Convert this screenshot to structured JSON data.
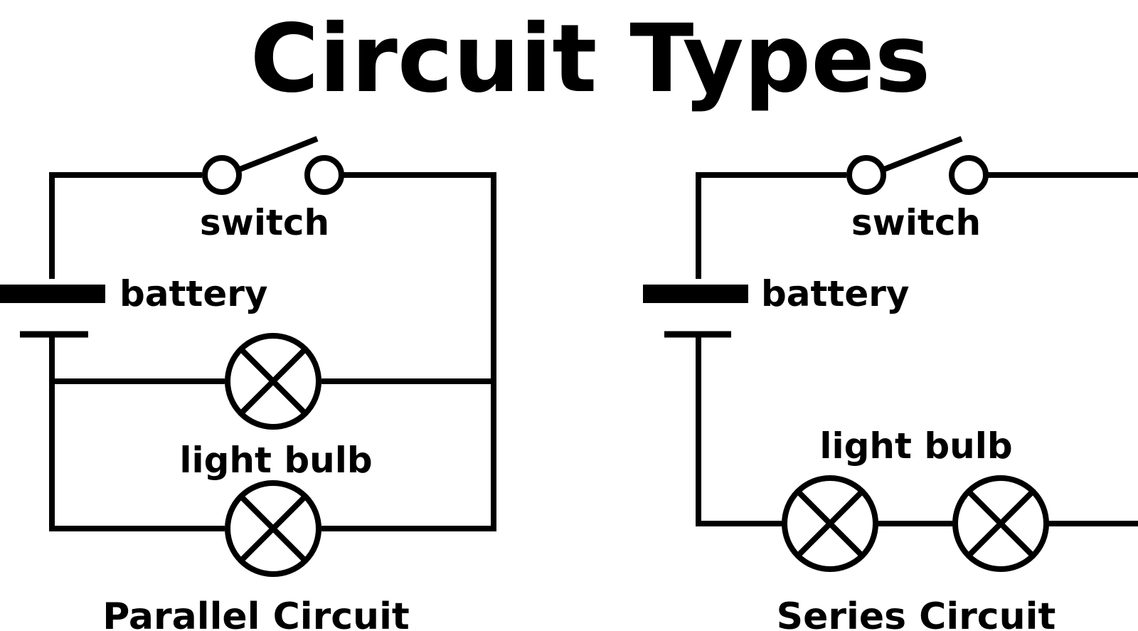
{
  "title": "Circuit Types",
  "parallel": {
    "caption": "Parallel Circuit",
    "switch_label": "switch",
    "battery_label": "battery",
    "bulb_label": "light bulb"
  },
  "series": {
    "caption": "Series Circuit",
    "switch_label": "switch",
    "battery_label": "battery",
    "bulb_label": "light bulb"
  },
  "colors": {
    "stroke": "#000000",
    "background": "#ffffff"
  },
  "icons": [
    "switch-icon",
    "battery-icon",
    "light-bulb-icon"
  ]
}
